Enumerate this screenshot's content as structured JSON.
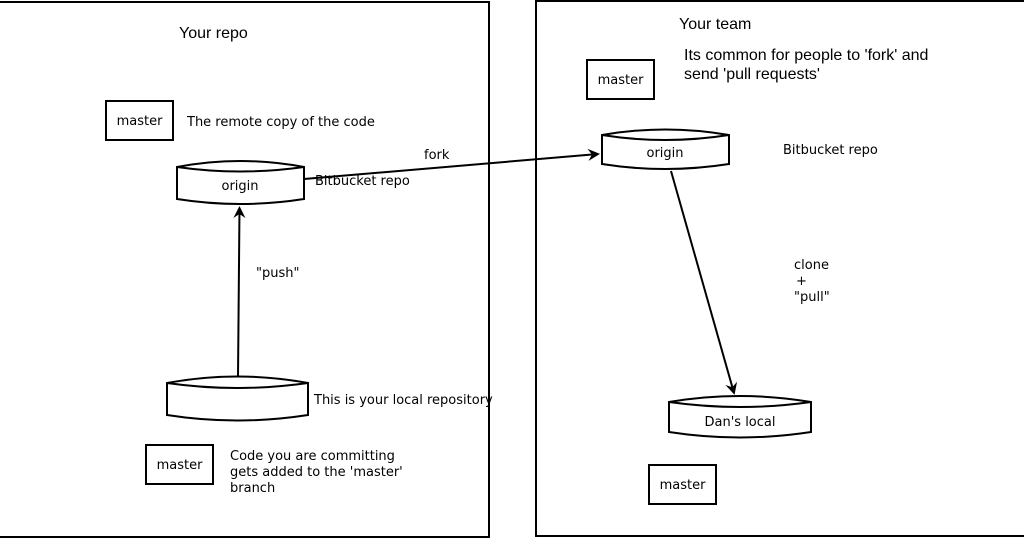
{
  "panels": {
    "your_repo": {
      "title": "Your repo",
      "origin_label": "origin",
      "origin_caption": "Bitbucket repo",
      "master_top": "master",
      "master_top_caption": "The remote copy of the code",
      "local_caption": "This is your local repository",
      "master_bottom": "master",
      "master_bottom_caption": [
        "Code you are committing",
        "gets added to the 'master'",
        "branch"
      ],
      "push_label": "\"push\""
    },
    "your_team": {
      "title": "Your team",
      "note": [
        "Its common for people to 'fork' and",
        "send 'pull requests'"
      ],
      "master_top": "master",
      "origin_label": "origin",
      "origin_caption": "Bitbucket repo",
      "clone_label": [
        "clone",
        "+",
        "\"pull\""
      ],
      "local_label": "Dan's local",
      "master_bottom": "master"
    }
  },
  "fork_label": "fork",
  "colors": {
    "stroke": "#000000",
    "background": "#ffffff"
  }
}
